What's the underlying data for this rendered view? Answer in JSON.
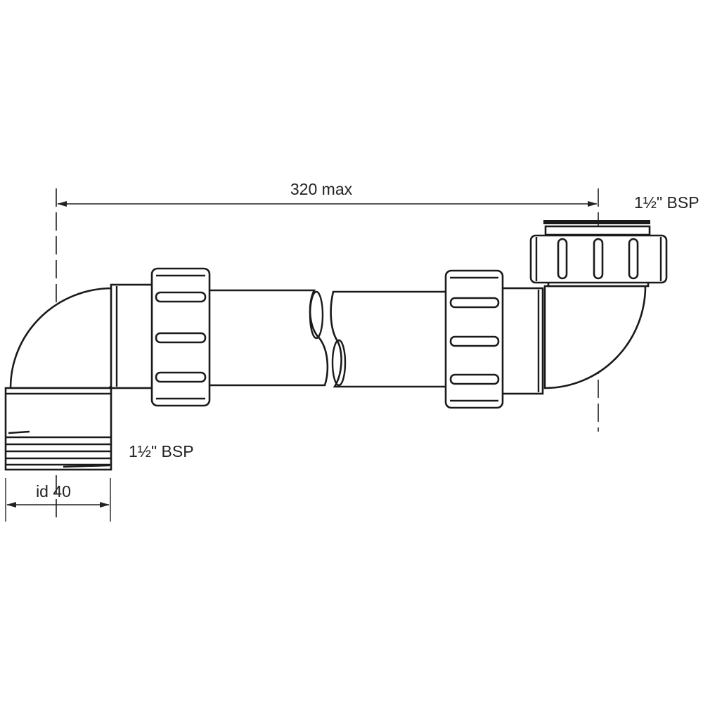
{
  "dimensions": {
    "length_label": "320 max",
    "outlet_thread_label": "1½\" BSP",
    "inlet_thread_label": "1½\" BSP",
    "inner_diameter_label": "id 40"
  },
  "colors": {
    "line": "#1a1a1a",
    "background": "#ffffff"
  }
}
